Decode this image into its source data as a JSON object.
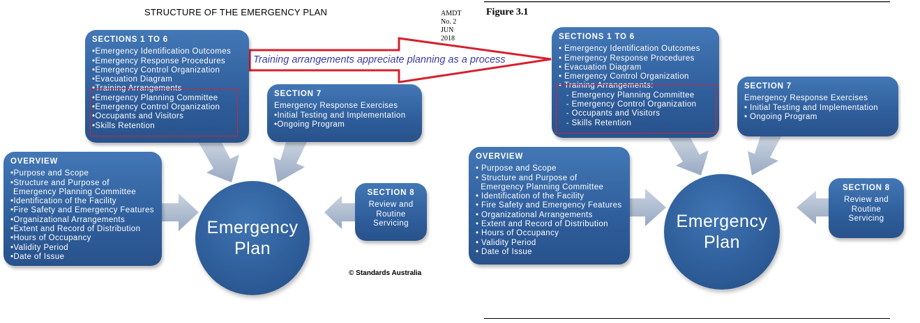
{
  "left": {
    "title": "STRUCTURE OF THE EMERGENCY PLAN",
    "sections_1_6": {
      "heading": "SECTIONS 1 TO 6",
      "items": [
        "•Emergency Identification Outcomes",
        "•Emergency Response Procedures",
        "•Emergency Control Organization",
        "•Evacuation Diagram",
        "•Training Arrangements",
        "•Emergency Planning Committee",
        "•Emergency Control Organization",
        "•Occupants and Visitors",
        "•Skills Retention"
      ]
    },
    "section_7": {
      "heading": "SECTION 7",
      "items": [
        "Emergency Response Exercises",
        "•Initial Testing and Implementation",
        "•Ongoing Program"
      ]
    },
    "overview": {
      "heading": "OVERVIEW",
      "items": [
        "•Purpose and Scope",
        "•Structure and Purpose of",
        "Emergency Planning Committee",
        "•Identification of the Facility",
        "•Fire Safety and Emergency Features",
        "•Organizational Arrangements",
        "•Extent and Record of Distribution",
        "•Hours of Occupancy",
        "•Validity Period",
        "•Date of Issue"
      ]
    },
    "section_8": {
      "heading": "SECTION 8",
      "items": [
        "Review and",
        "Routine",
        "Servicing"
      ]
    },
    "center": [
      "Emergency",
      "Plan"
    ],
    "credit": "© Standards Australia"
  },
  "amendment": [
    "AMDT",
    "No. 2",
    "JUN",
    "2018"
  ],
  "callout": "Training arrangements appreciate planning as a process",
  "right": {
    "figure_label": "Figure 3.1",
    "sections_1_6": {
      "heading": "SECTIONS 1 TO 6",
      "items": [
        "• Emergency Identification Outcomes",
        "• Emergency Response Procedures",
        "• Evacuation Diagram",
        "• Emergency Control Organization",
        "• Training Arrangements:",
        "   - Emergency Planning Committee",
        "   - Emergency Control Organization",
        "   - Occupants and Visitors",
        "   - Skills Retention"
      ]
    },
    "section_7": {
      "heading": "SECTION 7",
      "items": [
        "Emergency Response Exercises",
        "• Initial Testing and Implementation",
        "• Ongoing Program"
      ]
    },
    "overview": {
      "heading": "OVERVIEW",
      "items": [
        "• Purpose and Scope",
        "• Structure and Purpose of",
        "  Emergency Planning Committee",
        "• Identification of the Facility",
        "• Fire Safety and Emergency Features",
        "• Organizational Arrangements",
        "• Extent and Record of Distribution",
        "• Hours of Occupancy",
        "• Validity Period",
        "• Date of Issue"
      ]
    },
    "section_8": {
      "heading": "SECTION 8",
      "items": [
        "Review and",
        "Routine",
        "Servicing"
      ]
    },
    "center": [
      "Emergency",
      "Plan"
    ]
  },
  "colors": {
    "box": "#2f5e9c",
    "highlight": "#c8283c",
    "callout_text": "#3a3aa8",
    "arrow": "#a9b7cc"
  }
}
